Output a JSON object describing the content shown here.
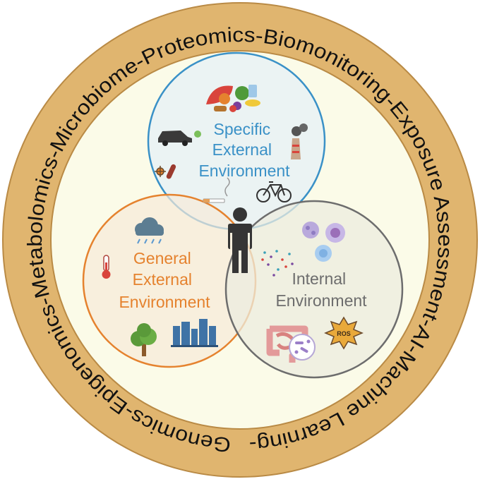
{
  "ring": {
    "text": "Genomics-Epigenomics-Metabolomics-Microbiome-Proteomics-Biomonitoring-Exposure Assessment-AI-Machine Learning-",
    "color": "#e0b56f",
    "border_color": "#b98a45"
  },
  "inner_background": "#fbfbe8",
  "circles": {
    "specific": {
      "lines": [
        "Specific",
        "External",
        "Environment"
      ],
      "color": "#3a91c7",
      "fill": "#e7f1f5"
    },
    "general": {
      "lines": [
        "General",
        "External",
        "Environment"
      ],
      "color": "#e5822e",
      "fill": "#f7ead8"
    },
    "internal": {
      "lines": [
        "Internal",
        "Environment"
      ],
      "color": "#6d6d6d",
      "fill": "#ececdf"
    }
  },
  "icons": {
    "specific": [
      "food-icon",
      "car-icon",
      "factory-icon",
      "virus-icon",
      "bacteria-rod-icon",
      "cigarette-icon",
      "bicycle-icon"
    ],
    "general": [
      "rain-cloud-icon",
      "thermometer-icon",
      "tree-icon",
      "city-buildings-icon"
    ],
    "internal": [
      "immune-cells-icon",
      "particles-icon",
      "intestine-icon",
      "microbiome-petri-icon",
      "ros-burst-icon"
    ],
    "center": "person-icon"
  },
  "ros_label": "ROS"
}
